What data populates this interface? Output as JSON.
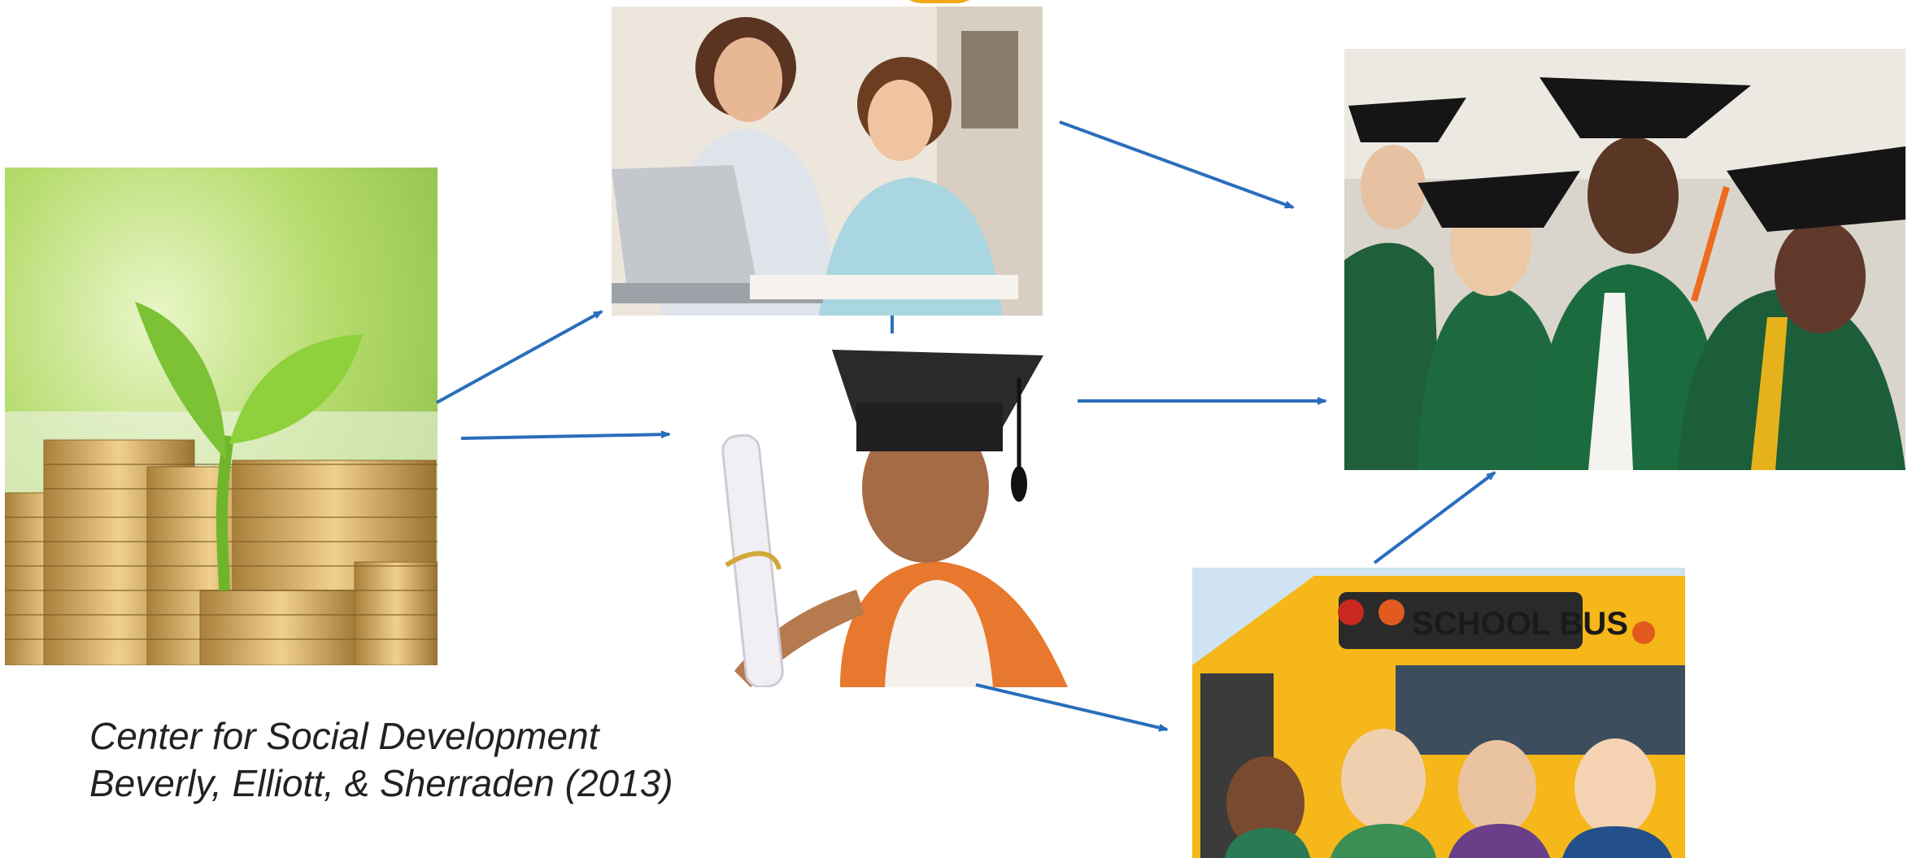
{
  "citation": {
    "line1": "Center for Social Development",
    "line2": "Beverly, Elliott, & Sherraden (2013)"
  },
  "images": {
    "savings": {
      "icon": "coins-sprout-icon"
    },
    "parent_child": {
      "icon": "parent-child-laptop-icon"
    },
    "young_graduate": {
      "icon": "child-graduate-diploma-icon"
    },
    "college_graduates": {
      "icon": "college-graduates-icon"
    },
    "school_bus": {
      "icon": "school-bus-children-icon",
      "bus_text": "SCHOOL BUS"
    }
  },
  "colors": {
    "arrow": "#2a6ebb",
    "accent": "#f0a818"
  }
}
